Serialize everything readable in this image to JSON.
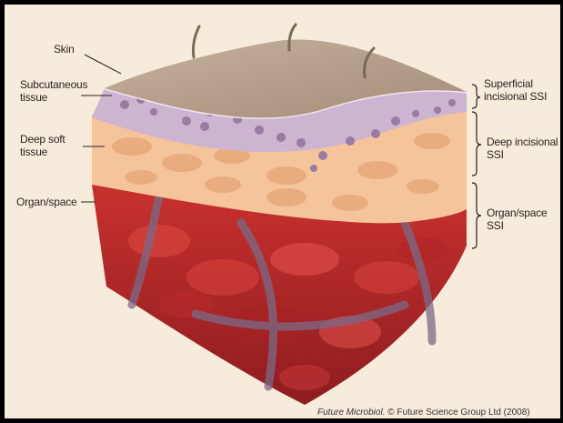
{
  "labels": {
    "skin": "Skin",
    "subcutaneous": "Subcutaneous\ntissue",
    "deep_soft": "Deep soft\ntissue",
    "organ_space": "Organ/space",
    "superficial_ssi": "Superficial\nincisional SSI",
    "deep_incisional_ssi": "Deep incisional\nSSI",
    "organ_space_ssi": "Organ/space\nSSI"
  },
  "credit": {
    "journal": "Future Microbiol.",
    "rest": " © Future Science Group Ltd (2008)"
  },
  "colors": {
    "background": "#f7ebdc",
    "skin": "#b9a38f",
    "subcutaneous": "#cdb4d0",
    "deep_soft": "#f5c49a",
    "organ": "#b8262a"
  }
}
